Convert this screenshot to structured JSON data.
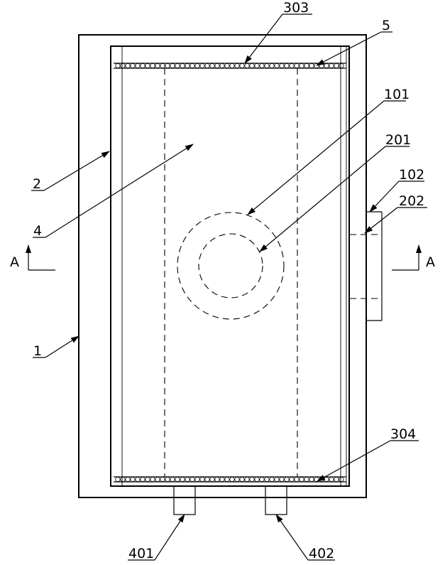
{
  "labels": {
    "l303": "303",
    "l5": "5",
    "l101": "101",
    "l201": "201",
    "l102": "102",
    "l202": "202",
    "l2": "2",
    "l4": "4",
    "l1": "1",
    "l304": "304",
    "l401": "401",
    "l402": "402",
    "sectionLeft": "A",
    "sectionRight": "A"
  }
}
